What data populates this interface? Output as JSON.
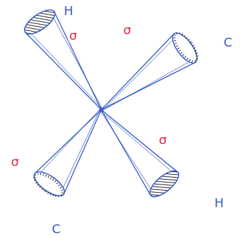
{
  "diagram": {
    "labels": [
      "H",
      "σ",
      "σ",
      "C",
      "σ",
      "σ",
      "H",
      "C"
    ]
  }
}
